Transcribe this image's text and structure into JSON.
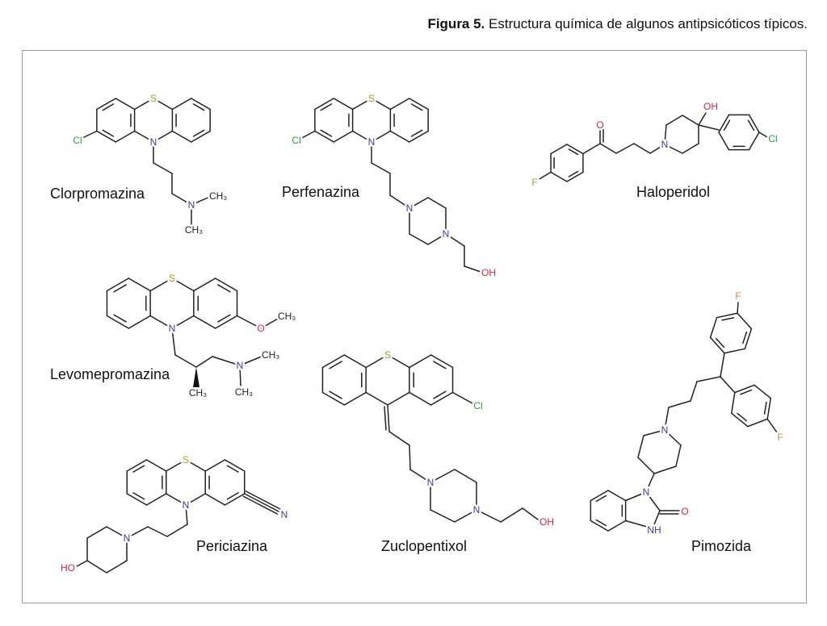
{
  "caption": {
    "bold": "Figura 5.",
    "text": " Estructura química de algunos antipsicóticos típicos."
  },
  "molecules": {
    "clorpromazina": "Clorpromazina",
    "perfenazina": "Perfenazina",
    "haloperidol": "Haloperidol",
    "levomepromazina": "Levomepromazina",
    "periciazina": "Periciazina",
    "zuclopentixol": "Zuclopentixol",
    "pimozida": "Pimozida"
  },
  "atoms": {
    "S": "S",
    "N": "N",
    "Cl": "Cl",
    "O": "O",
    "OH": "OH",
    "HO": "HO",
    "F": "F",
    "CH3": "CH₃",
    "NH": "NH"
  },
  "colors": {
    "bond": "#222222",
    "S": "#a39a2a",
    "N": "#3b3b9e",
    "Cl": "#2f9a3a",
    "O": "#e0263a",
    "F": "#b8963c",
    "frame": "#9a9a9a"
  }
}
